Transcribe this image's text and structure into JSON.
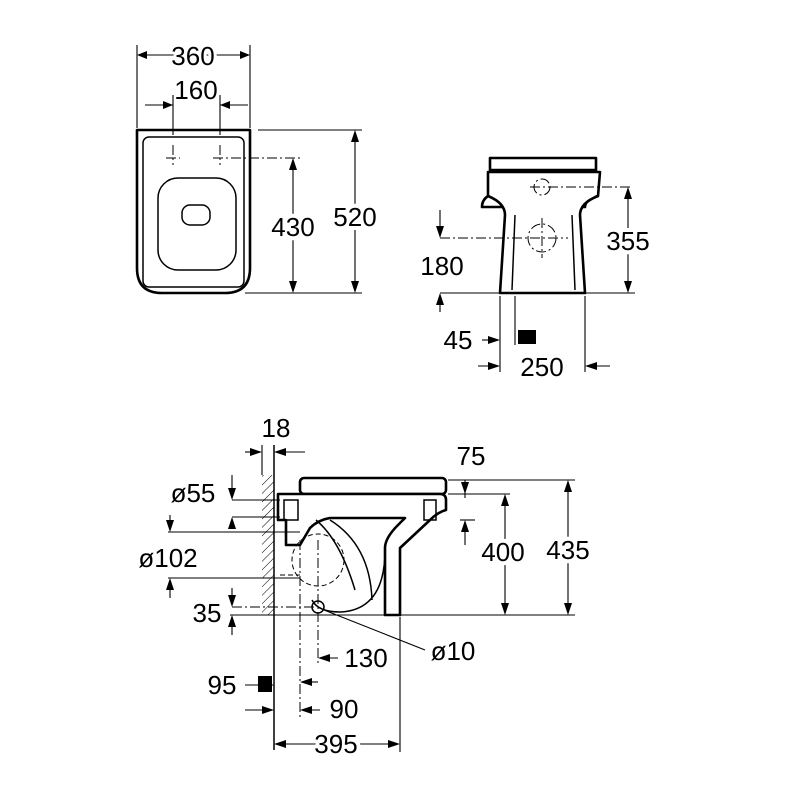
{
  "top_view": {
    "width_overall": "360",
    "fixing_spacing": "160",
    "fixing_to_front": "430",
    "depth_overall": "520"
  },
  "front_view": {
    "outlet_center_height": "355",
    "inlet_height": "180",
    "inlet_offset": "45",
    "base_width": "250"
  },
  "side_view": {
    "wall_gap": "18",
    "cistern_offset": "75",
    "inlet_diameter": "ø55",
    "outlet_diameter": "ø102",
    "outlet_floor_height": "35",
    "bowl_height": "400",
    "seat_height": "435",
    "fixing_offset": "130",
    "fixing_diameter": "ø10",
    "floor_outlet_distance": "95",
    "base_offset": "90",
    "total_projection": "395"
  },
  "colors": {
    "ink": "#000000",
    "paper": "#ffffff"
  }
}
